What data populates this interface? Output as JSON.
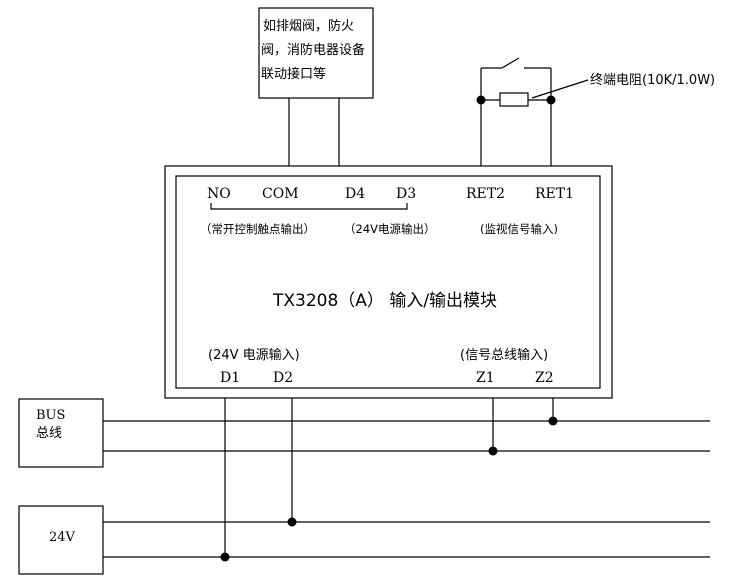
{
  "device_box": {
    "line1": "如排烟阀，防火",
    "line2": "阀，消防电器设备",
    "line3": "联动接口等"
  },
  "resistor_label": "终端电阻(10K/1.0W)",
  "terminals_top": {
    "no": "NO",
    "com": "COM",
    "d4": "D4",
    "d3": "D3",
    "ret2": "RET2",
    "ret1": "RET1"
  },
  "group_labels": {
    "relay_output": "（常开控制触点输出）",
    "power_output": "（24V电源输出）",
    "monitor_input": "(监视信号输入)"
  },
  "module_title": "TX3208（A） 输入/输出模块",
  "bottom_labels": {
    "power_input": "(24V 电源输入)",
    "bus_input": "(信号总线输入)"
  },
  "terminals_bottom": {
    "d1": "D1",
    "d2": "D2",
    "z1": "Z1",
    "z2": "Z2"
  },
  "bus_box": {
    "line1": "BUS",
    "line2": "总线"
  },
  "power_box": {
    "label": "24V"
  }
}
